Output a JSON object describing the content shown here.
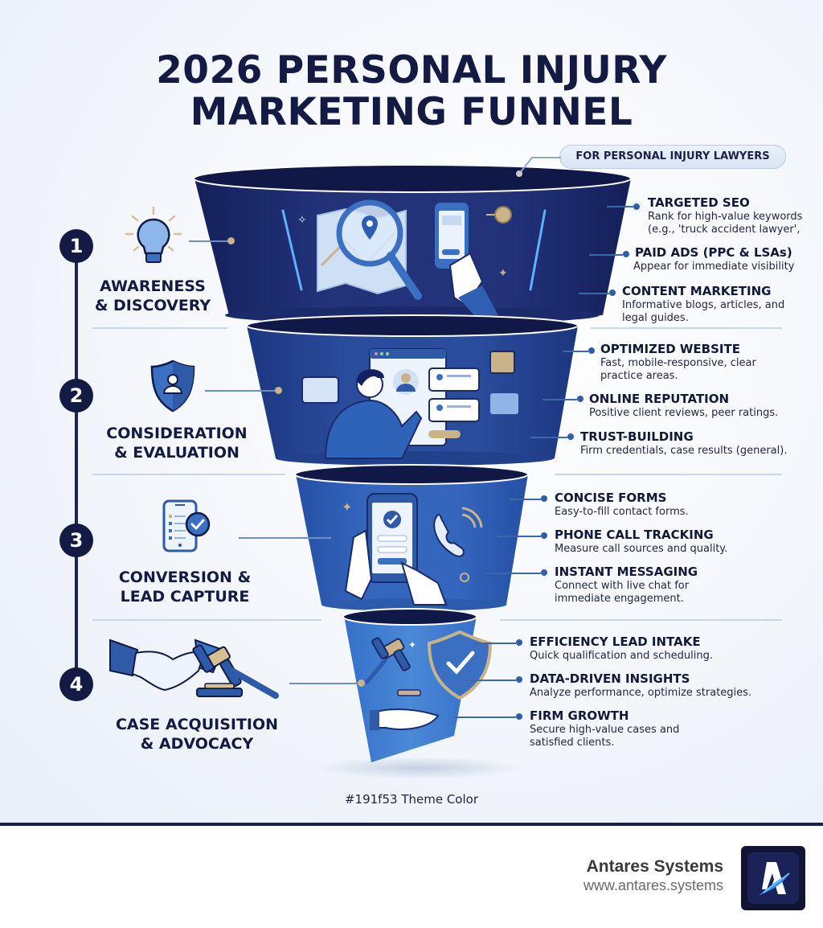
{
  "title": {
    "line1": "2026 PERSONAL INJURY",
    "line2": "MARKETING FUNNEL"
  },
  "badge": {
    "label": "FOR PERSONAL INJURY LAWYERS"
  },
  "stages": [
    {
      "number": "1",
      "label_line1": "AWARENESS",
      "label_line2": "& DISCOVERY",
      "icon": "lightbulb-icon",
      "items": [
        {
          "title": "TARGETED SEO",
          "desc": "Rank for high-value keywords (e.g., 'truck accident lawyer',"
        },
        {
          "title": "PAID ADS (PPC & LSAs)",
          "desc": "Appear for immediate visibility"
        },
        {
          "title": "CONTENT MARKETING",
          "desc": "Informative blogs, articles, and legal guides."
        }
      ]
    },
    {
      "number": "2",
      "label_line1": "CONSIDERATION",
      "label_line2": "& EVALUATION",
      "icon": "shield-user-icon",
      "items": [
        {
          "title": "OPTIMIZED WEBSITE",
          "desc": "Fast, mobile-responsive, clear practice areas."
        },
        {
          "title": "ONLINE REPUTATION",
          "desc": "Positive client reviews, peer ratings."
        },
        {
          "title": "TRUST-BUILDING",
          "desc": "Firm credentials, case results (general)."
        }
      ]
    },
    {
      "number": "3",
      "label_line1": "CONVERSION &",
      "label_line2": "LEAD CAPTURE",
      "icon": "phone-check-icon",
      "items": [
        {
          "title": "CONCISE FORMS",
          "desc": "Easy-to-fill contact forms."
        },
        {
          "title": "PHONE CALL TRACKING",
          "desc": "Measure call sources and quality."
        },
        {
          "title": "INSTANT MESSAGING",
          "desc": "Connect with live chat for immediate engagement."
        }
      ]
    },
    {
      "number": "4",
      "label_line1": "CASE ACQUISITION",
      "label_line2": "& ADVOCACY",
      "icon": "handshake-gavel-icon",
      "items": [
        {
          "title": "EFFICIENCY LEAD INTAKE",
          "desc": "Quick qualification and scheduling."
        },
        {
          "title": "DATA-DRIVEN INSIGHTS",
          "desc": "Analyze performance, optimize strategies."
        },
        {
          "title": "FIRM GROWTH",
          "desc": "Secure high-value cases and satisfied clients."
        }
      ]
    }
  ],
  "funnel_illustrations": [
    {
      "stage": "1",
      "icons": [
        "map-icon",
        "magnifier-pin-icon",
        "phone-in-hand-icon",
        "sparkle-icon"
      ]
    },
    {
      "stage": "2",
      "icons": [
        "person-at-screen-icon",
        "review-bubble-icon",
        "chat-bubble-icon",
        "rating-stars-icon"
      ]
    },
    {
      "stage": "3",
      "icons": [
        "phone-form-check-icon",
        "phone-call-icon",
        "sparkle-icon"
      ]
    },
    {
      "stage": "4",
      "icons": [
        "gavel-icon",
        "shield-check-icon",
        "open-hand-icon"
      ]
    }
  ],
  "theme_caption": "#191f53 Theme Color",
  "colors": {
    "theme": "#191f53",
    "navy_dark": "#131a44",
    "funnel_1": "#1c2c6b",
    "funnel_2": "#25438f",
    "funnel_3": "#2d5bb0",
    "funnel_4": "#3a78cc",
    "accent_gold": "#c9b387"
  },
  "footer": {
    "brand_name": "Antares Systems",
    "brand_url": "www.antares.systems"
  }
}
